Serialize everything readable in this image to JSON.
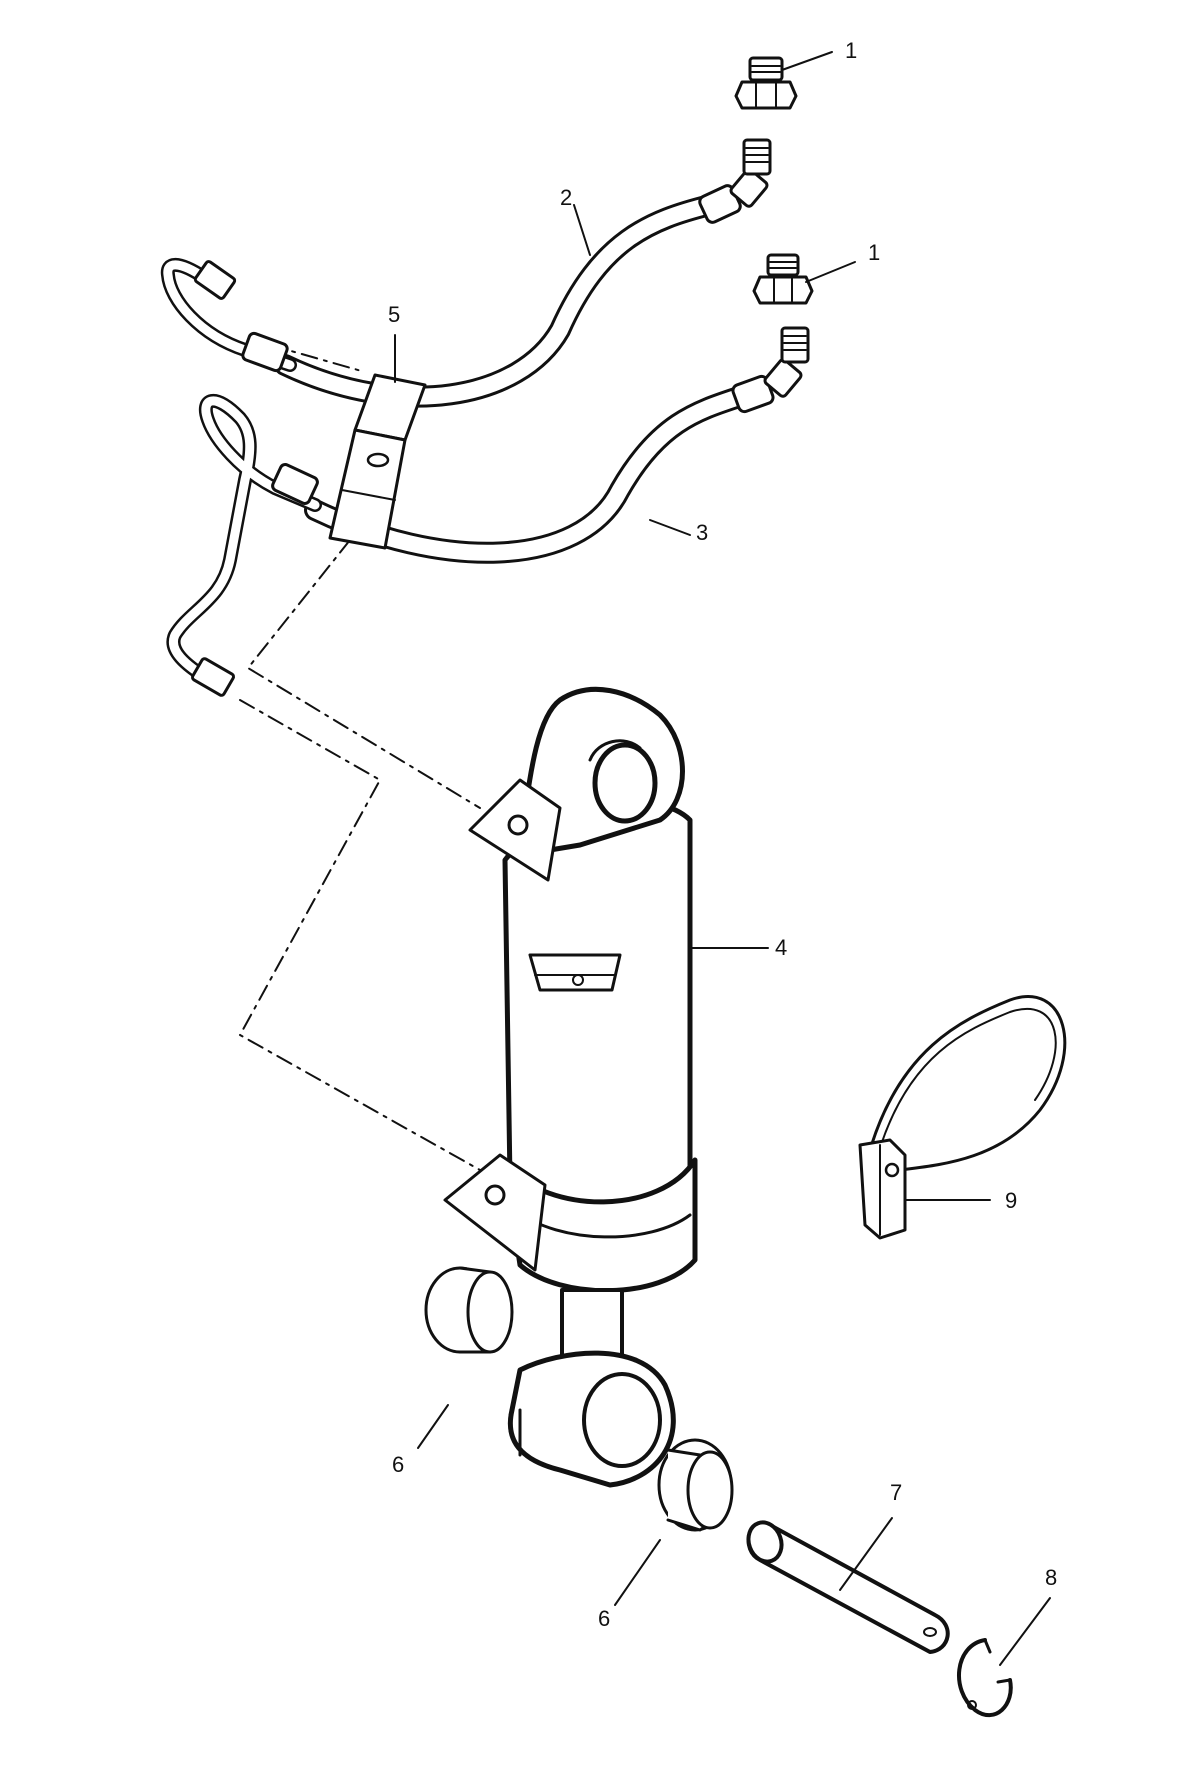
{
  "callouts": {
    "c1a": "1",
    "c1b": "1",
    "c2": "2",
    "c3": "3",
    "c4": "4",
    "c5": "5",
    "c6a": "6",
    "c6b": "6",
    "c7": "7",
    "c8": "8",
    "c9": "9"
  }
}
